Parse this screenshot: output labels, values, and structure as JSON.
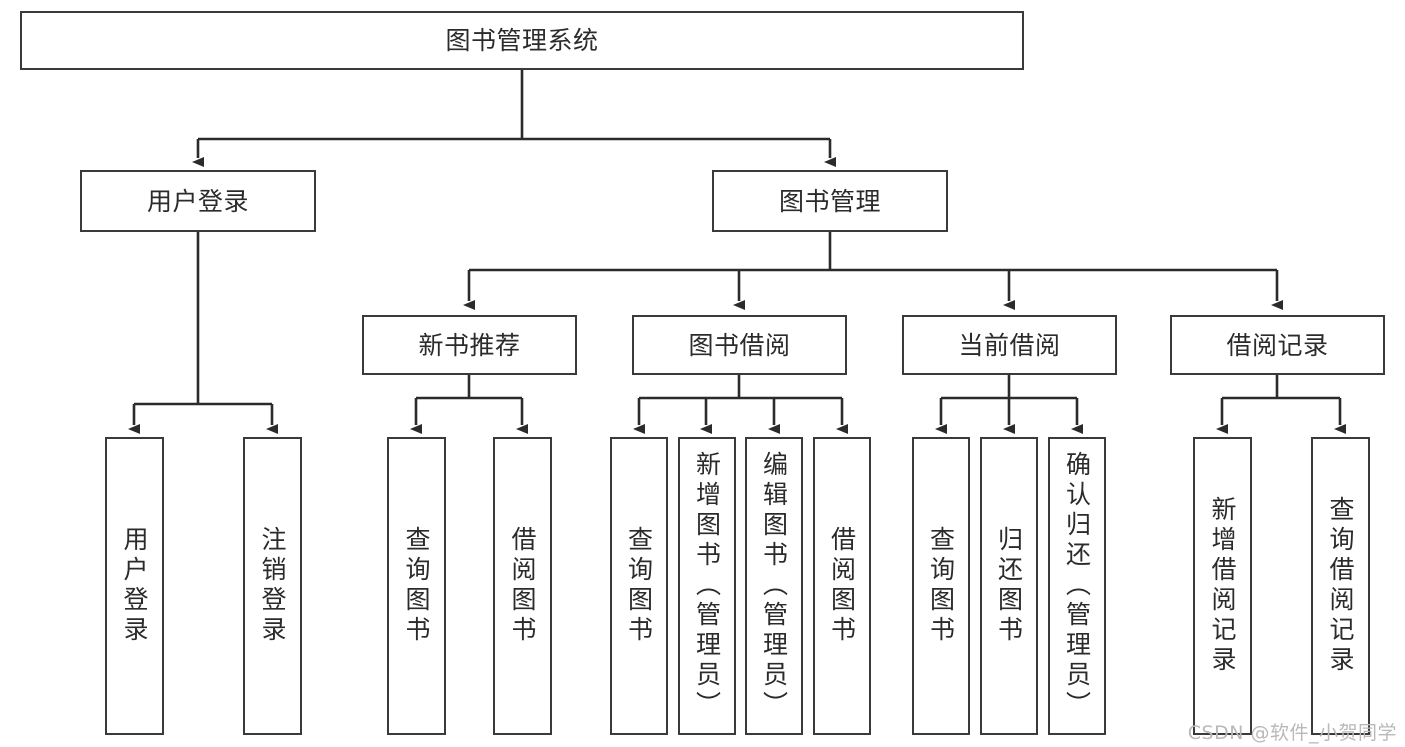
{
  "diagram": {
    "title": "图书管理系统",
    "type": "tree-hierarchy-diagram",
    "watermark": "CSDN @软件_小贺同学",
    "colors": {
      "box_border": "#3a3a3a",
      "box_fill": "#ffffff",
      "edge": "#2b2b2b",
      "text": "#2b2b2b",
      "watermark": "#b9b9b9",
      "background": "#ffffff"
    },
    "root": {
      "label": "图书管理系统"
    },
    "level2": [
      {
        "label": "用户登录"
      },
      {
        "label": "图书管理"
      }
    ],
    "level3": [
      {
        "label": "新书推荐"
      },
      {
        "label": "图书借阅"
      },
      {
        "label": "当前借阅"
      },
      {
        "label": "借阅记录"
      }
    ],
    "leaves": {
      "user_login": [
        {
          "label": "用户登录"
        },
        {
          "label": "注销登录"
        }
      ],
      "new_book_recommend": [
        {
          "label": "查询图书"
        },
        {
          "label": "借阅图书"
        }
      ],
      "book_borrow": [
        {
          "label": "查询图书"
        },
        {
          "label": "新增图书（管理员）"
        },
        {
          "label": "编辑图书（管理员）"
        },
        {
          "label": "借阅图书"
        }
      ],
      "current_borrow": [
        {
          "label": "查询图书"
        },
        {
          "label": "归还图书"
        },
        {
          "label": "确认归还（管理员）"
        }
      ],
      "borrow_record": [
        {
          "label": "新增借阅记录"
        },
        {
          "label": "查询借阅记录"
        }
      ]
    }
  }
}
